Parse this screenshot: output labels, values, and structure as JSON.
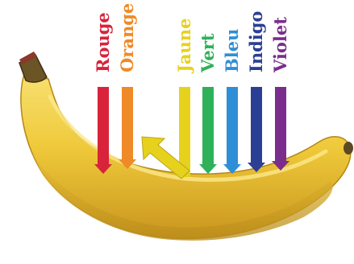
{
  "colors": {
    "banana_light": "#f2d23a",
    "banana_mid": "#e3b425",
    "banana_dark": "#c9961c",
    "stem": "#5a4a25"
  },
  "rays": [
    {
      "label": "Rouge",
      "color": "#d8233b",
      "outcome": "absorbed"
    },
    {
      "label": "Orange",
      "color": "#ef8a28",
      "outcome": "absorbed"
    },
    {
      "label": "Jaune",
      "color": "#e6d21d",
      "outcome": "reflected"
    },
    {
      "label": "Vert",
      "color": "#2eb159",
      "outcome": "absorbed"
    },
    {
      "label": "Bleu",
      "color": "#2f8fd6",
      "outcome": "absorbed"
    },
    {
      "label": "Indigo",
      "color": "#2b3f94",
      "outcome": "absorbed"
    },
    {
      "label": "Violet",
      "color": "#7b2d8e",
      "outcome": "absorbed"
    }
  ]
}
